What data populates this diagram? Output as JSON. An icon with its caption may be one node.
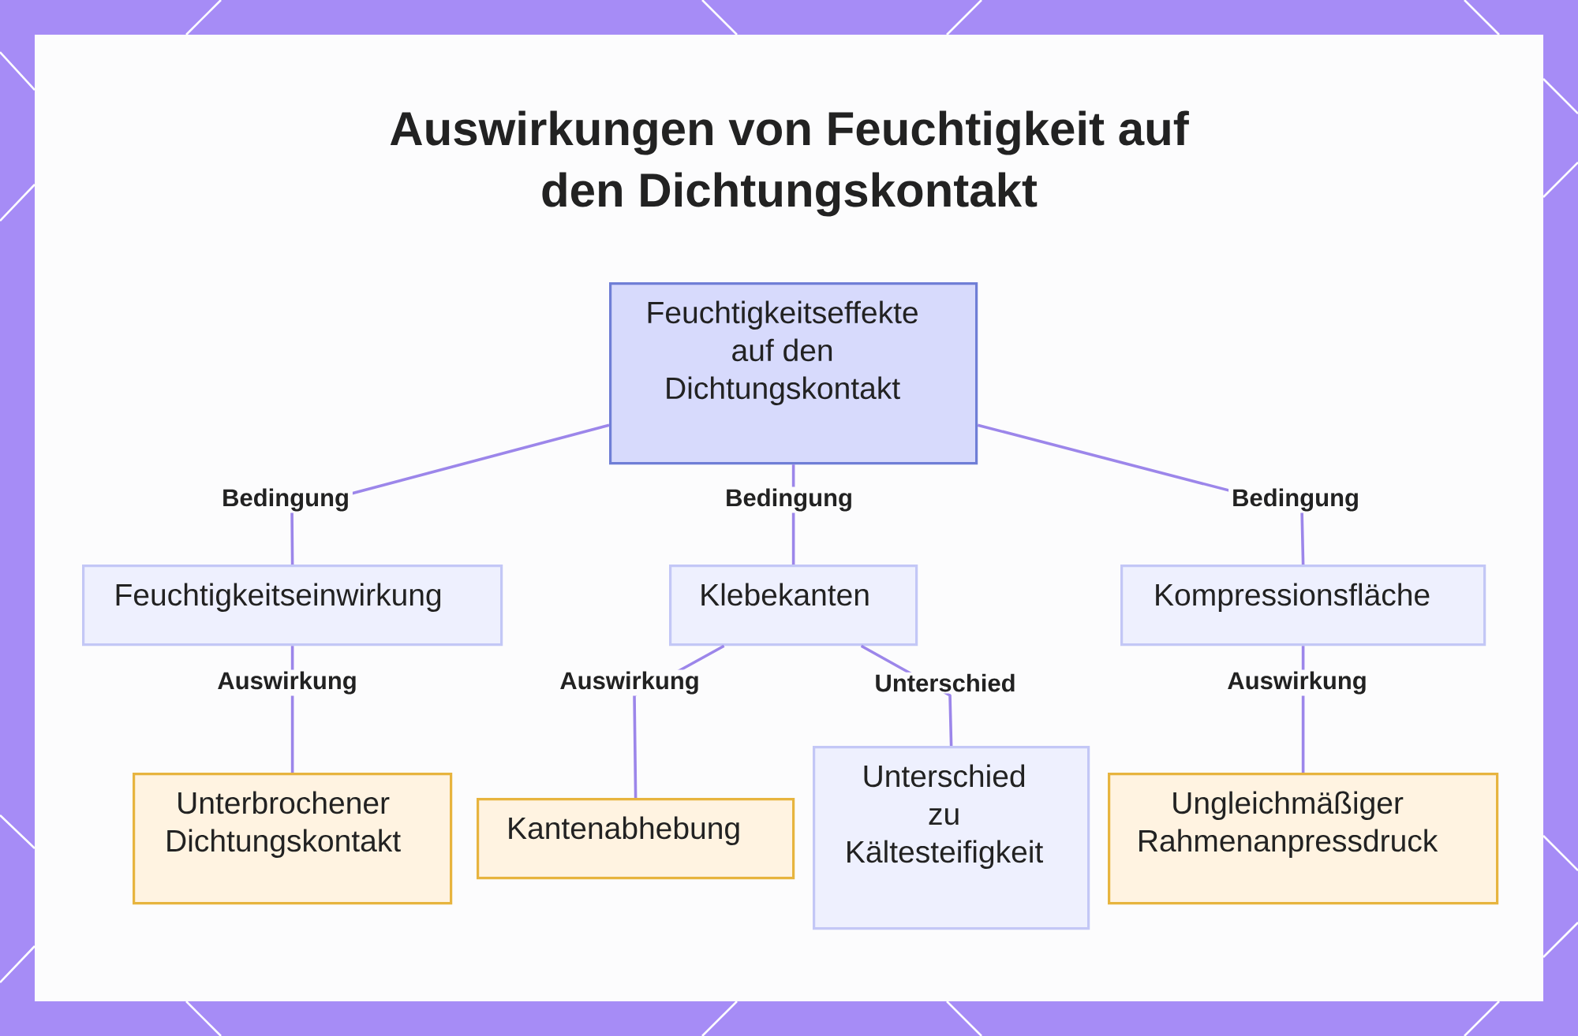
{
  "diagram": {
    "title": "Auswirkungen von Feuchtigkeit auf den Dichtungskontakt",
    "nodes": [
      {
        "text": [
          "Feuchtigkeitseffekte auf den Dichtungskontakt"
        ]
      },
      {
        "text": [
          "Feuchtigkeitseinwirkung"
        ]
      },
      {
        "text": [
          "Klebekanten"
        ]
      },
      {
        "text": [
          "Kompressionsfläche"
        ]
      },
      {
        "text": [
          "Unterbrochener Dichtungskontakt"
        ]
      },
      {
        "text": [
          "Kantenabhebung"
        ]
      },
      {
        "text": [
          "Unterschied zu Kältesteifigkeit"
        ]
      },
      {
        "text": [
          "Ungleichmäßiger Rahmenanpressdruck"
        ]
      }
    ],
    "edges": [
      {
        "from": 0,
        "to": 1,
        "arrow": "none",
        "label": "Bedingung"
      },
      {
        "from": 0,
        "to": 2,
        "arrow": "none",
        "label": "Bedingung"
      },
      {
        "from": 0,
        "to": 3,
        "arrow": "none",
        "label": "Bedingung"
      },
      {
        "from": 1,
        "to": 4,
        "arrow": "none",
        "label": "Auswirkung"
      },
      {
        "from": 2,
        "to": 5,
        "arrow": "none",
        "label": "Auswirkung"
      },
      {
        "from": 2,
        "to": 6,
        "arrow": "none",
        "label": "Unterschied"
      },
      {
        "from": 3,
        "to": 7,
        "arrow": "none",
        "label": "Auswirkung"
      }
    ]
  }
}
